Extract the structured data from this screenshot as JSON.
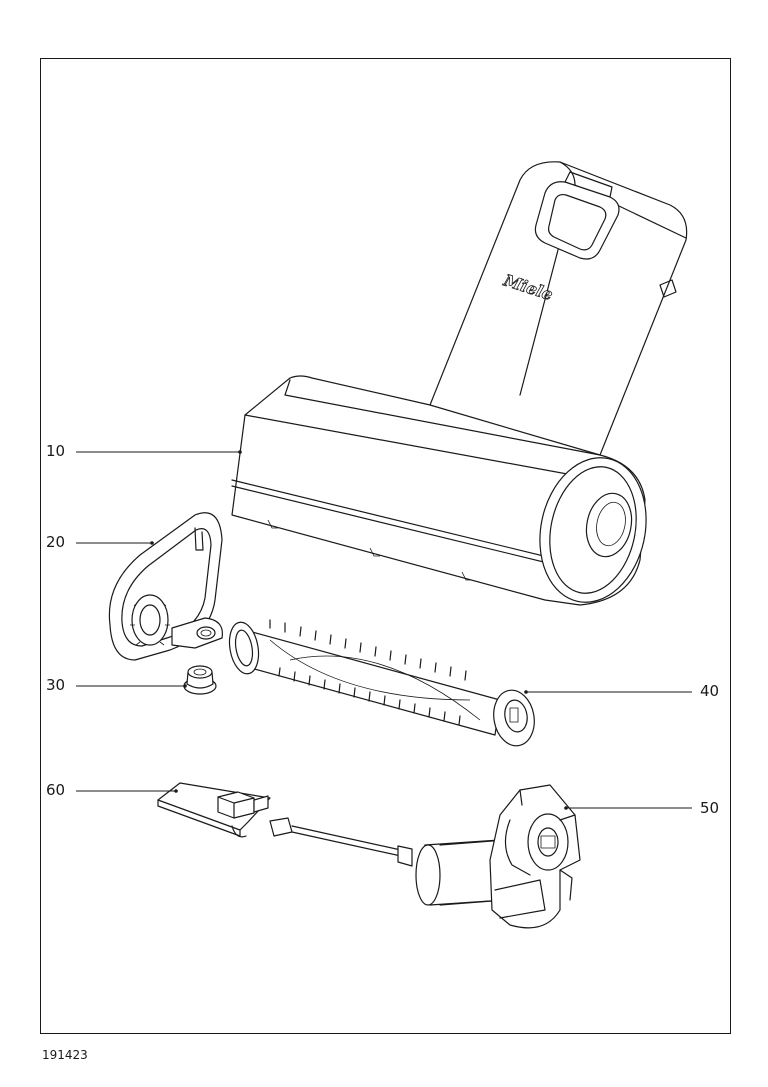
{
  "drawing_number": "191423",
  "brand_logo": "Miele",
  "callouts": [
    {
      "id": "10",
      "label": "10"
    },
    {
      "id": "20",
      "label": "20"
    },
    {
      "id": "30",
      "label": "30"
    },
    {
      "id": "40",
      "label": "40"
    },
    {
      "id": "50",
      "label": "50"
    },
    {
      "id": "60",
      "label": "60"
    }
  ]
}
